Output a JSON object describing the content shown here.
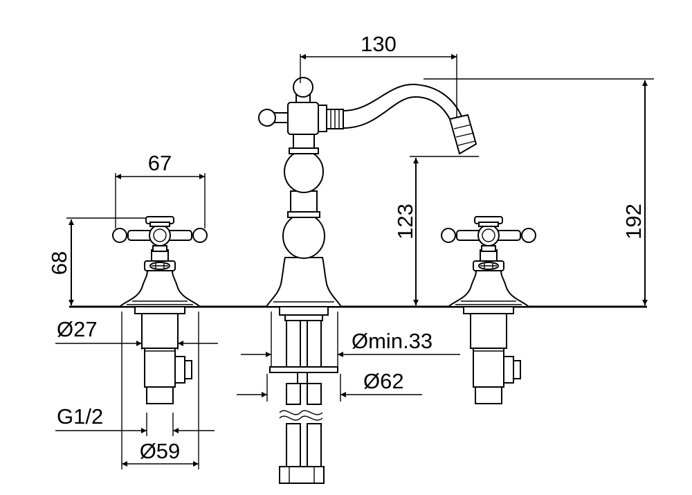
{
  "dimensions": {
    "spout_reach": "130",
    "handle_span": "67",
    "handle_height": "68",
    "spout_height": "123",
    "overall_height": "192",
    "valve_diameter": "Ø27",
    "min_hole": "Ømin.33",
    "base_diameter": "Ø62",
    "thread": "G1/2",
    "flange_diameter": "Ø59"
  },
  "colors": {
    "line": "#000000",
    "background": "#ffffff"
  }
}
